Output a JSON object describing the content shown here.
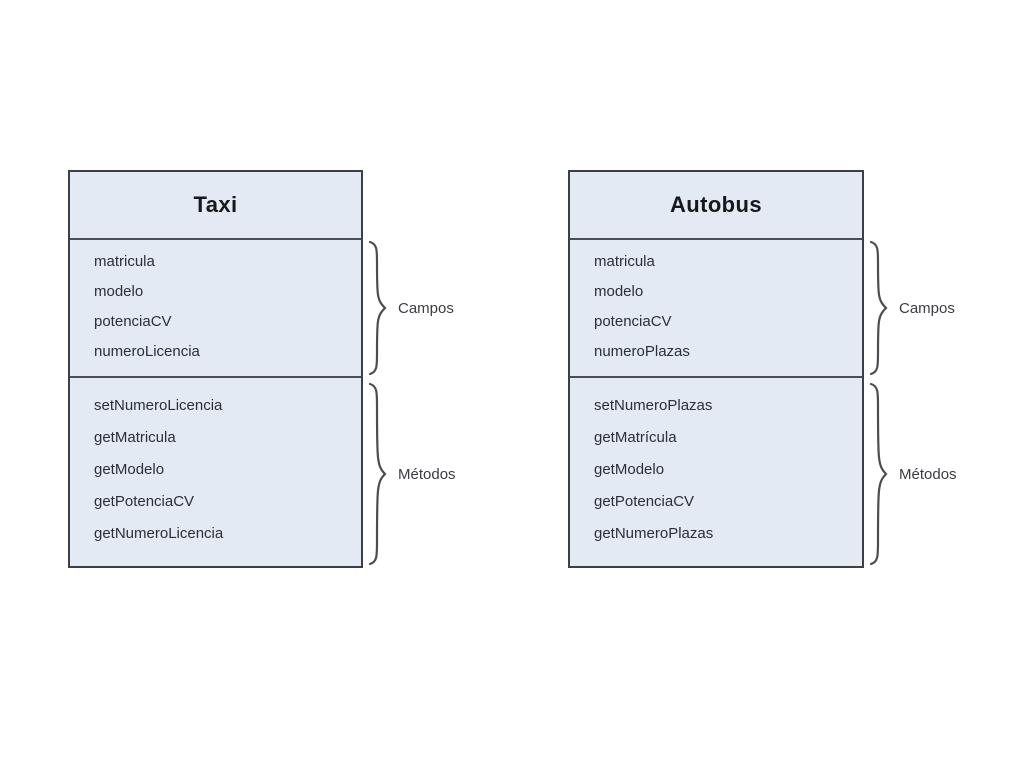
{
  "diagram": {
    "type": "uml-class-diagram",
    "background_color": "#ffffff",
    "box_fill_color": "#e3eaf4",
    "box_border_color": "#3c3f45",
    "classes": [
      {
        "name": "Taxi",
        "fields_label": "Campos",
        "methods_label": "Métodos",
        "fields": [
          "matricula",
          "modelo",
          "potenciaCV",
          "numeroLicencia"
        ],
        "methods": [
          "setNumeroLicencia",
          "getMatricula",
          "getModelo",
          "getPotenciaCV",
          "getNumeroLicencia"
        ]
      },
      {
        "name": "Autobus",
        "fields_label": "Campos",
        "methods_label": "Métodos",
        "fields": [
          "matricula",
          "modelo",
          "potenciaCV",
          "numeroPlazas"
        ],
        "methods": [
          "setNumeroPlazas",
          "getMatrícula",
          "getModelo",
          "getPotenciaCV",
          "getNumeroPlazas"
        ]
      }
    ]
  }
}
